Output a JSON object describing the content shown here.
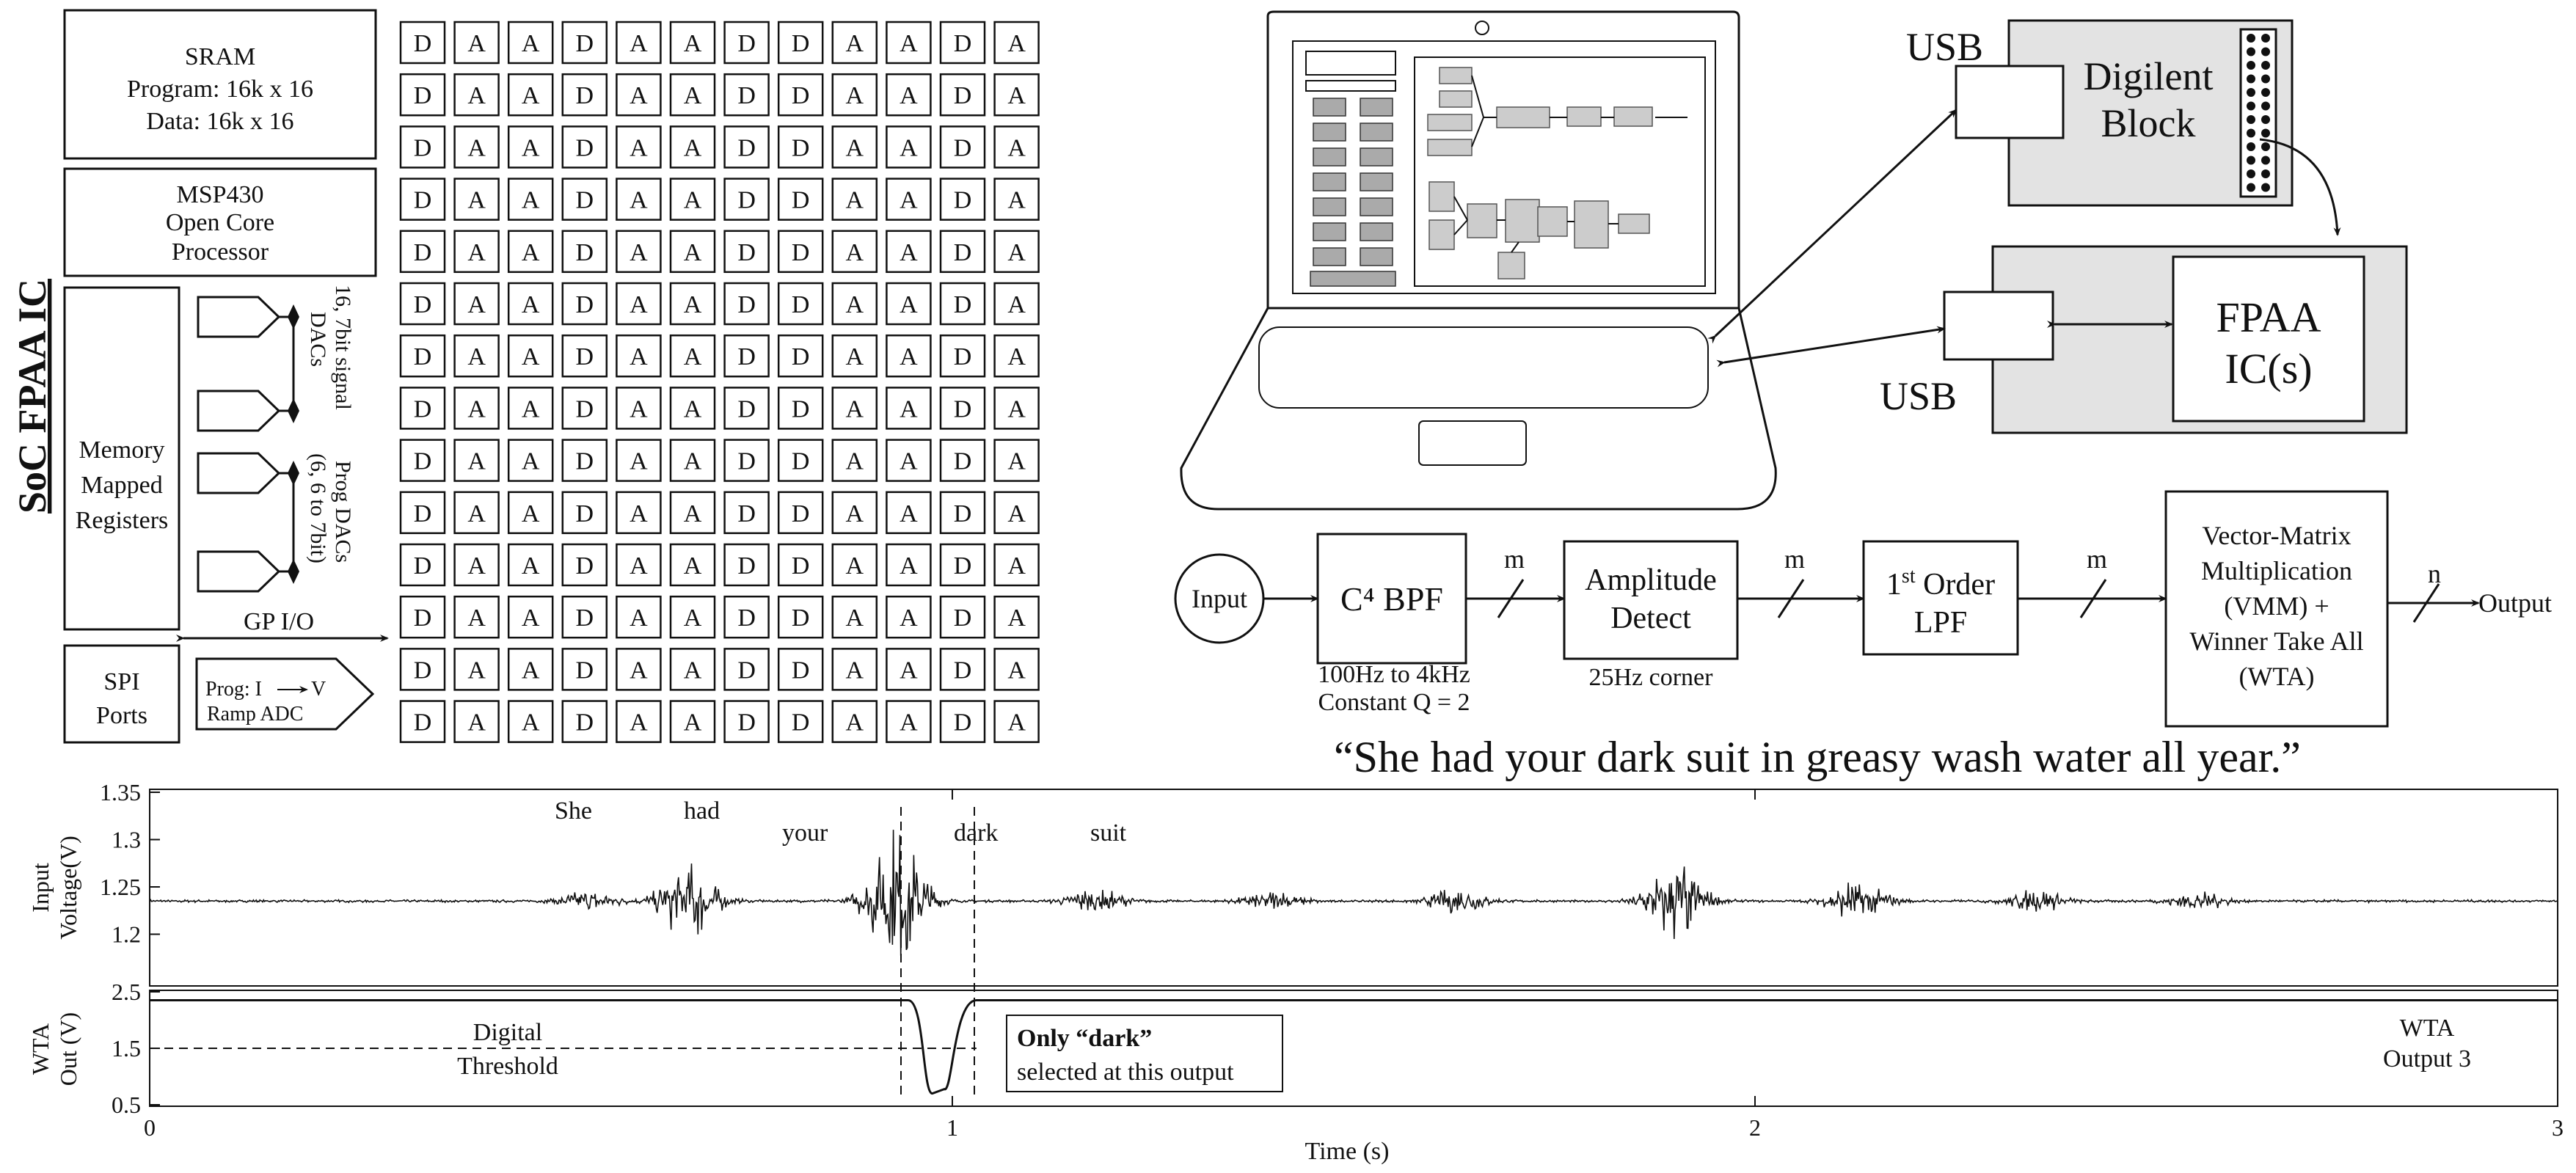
{
  "soc": {
    "title": "SoC FPAA IC",
    "sram": [
      "SRAM",
      "Program: 16k x 16",
      "Data: 16k x 16"
    ],
    "msp430": [
      "MSP430",
      "Open Core",
      "Processor"
    ],
    "registers": [
      "Memory",
      "Mapped",
      "Registers"
    ],
    "signal_dacs": [
      "16, 7bit signal",
      "DACs"
    ],
    "prog_dacs": [
      "Prog DACs",
      "(6, 6 to 7bit)"
    ],
    "gpio": "GP I/O",
    "spi": [
      "SPI",
      "Ports"
    ],
    "adc": [
      "Prog: I",
      "V",
      "Ramp ADC"
    ],
    "grid_rows": [
      [
        "D",
        "A",
        "A",
        "D",
        "A",
        "A",
        "D",
        "D",
        "A",
        "A",
        "D",
        "A"
      ],
      [
        "D",
        "A",
        "A",
        "D",
        "A",
        "A",
        "D",
        "D",
        "A",
        "A",
        "D",
        "A"
      ],
      [
        "D",
        "A",
        "A",
        "D",
        "A",
        "A",
        "D",
        "D",
        "A",
        "A",
        "D",
        "A"
      ],
      [
        "D",
        "A",
        "A",
        "D",
        "A",
        "A",
        "D",
        "D",
        "A",
        "A",
        "D",
        "A"
      ],
      [
        "D",
        "A",
        "A",
        "D",
        "A",
        "A",
        "D",
        "D",
        "A",
        "A",
        "D",
        "A"
      ],
      [
        "D",
        "A",
        "A",
        "D",
        "A",
        "A",
        "D",
        "D",
        "A",
        "A",
        "D",
        "A"
      ],
      [
        "D",
        "A",
        "A",
        "D",
        "A",
        "A",
        "D",
        "D",
        "A",
        "A",
        "D",
        "A"
      ],
      [
        "D",
        "A",
        "A",
        "D",
        "A",
        "A",
        "D",
        "D",
        "A",
        "A",
        "D",
        "A"
      ],
      [
        "D",
        "A",
        "A",
        "D",
        "A",
        "A",
        "D",
        "D",
        "A",
        "A",
        "D",
        "A"
      ],
      [
        "D",
        "A",
        "A",
        "D",
        "A",
        "A",
        "D",
        "D",
        "A",
        "A",
        "D",
        "A"
      ],
      [
        "D",
        "A",
        "A",
        "D",
        "A",
        "A",
        "D",
        "D",
        "A",
        "A",
        "D",
        "A"
      ],
      [
        "D",
        "A",
        "A",
        "D",
        "A",
        "A",
        "D",
        "D",
        "A",
        "A",
        "D",
        "A"
      ],
      [
        "D",
        "A",
        "A",
        "D",
        "A",
        "A",
        "D",
        "D",
        "A",
        "A",
        "D",
        "A"
      ],
      [
        "D",
        "A",
        "A",
        "D",
        "A",
        "A",
        "D",
        "D",
        "A",
        "A",
        "D",
        "A"
      ]
    ]
  },
  "setup": {
    "usb_top": "USB",
    "usb_bottom": "USB",
    "digilent": [
      "Digilent",
      "Block"
    ],
    "fpaa": [
      "FPAA",
      "IC(s)"
    ]
  },
  "pipeline": {
    "input": "Input",
    "bpf": "C⁴ BPF",
    "bpf_note": [
      "100Hz to 4kHz",
      "Constant Q = 2"
    ],
    "amp": [
      "Amplitude",
      "Detect"
    ],
    "amp_note": "25Hz corner",
    "lpf_sup": "st",
    "lpf": [
      "1",
      " Order",
      "LPF"
    ],
    "vmm": [
      "Vector-Matrix",
      "Multiplication",
      "(VMM) +",
      "Winner Take All",
      "(WTA)"
    ],
    "bus_m": "m",
    "bus_n": "n",
    "output": "Output"
  },
  "quote": "“She  had  your  dark  suit  in  greasy  wash  water  all  year.”",
  "chart_data": [
    {
      "type": "line",
      "ylabel": "Input Voltage(V)",
      "ylabel_lines": [
        "Input",
        "Voltage(V)"
      ],
      "ylim": [
        1.15,
        1.35
      ],
      "yticks": [
        "1.35",
        "1.3",
        "1.25",
        "1.2"
      ],
      "xlim": [
        0,
        3
      ],
      "baseline": 1.235,
      "words": [
        "She",
        "had",
        "your",
        "dark",
        "suit"
      ],
      "bursts": [
        {
          "t": 0.55,
          "amp": 0.012
        },
        {
          "t": 0.67,
          "amp": 0.045
        },
        {
          "t": 0.93,
          "amp": 0.085
        },
        {
          "t": 1.18,
          "amp": 0.015
        },
        {
          "t": 1.4,
          "amp": 0.012
        },
        {
          "t": 1.63,
          "amp": 0.014
        },
        {
          "t": 1.9,
          "amp": 0.05
        },
        {
          "t": 2.13,
          "amp": 0.025
        },
        {
          "t": 2.35,
          "amp": 0.013
        },
        {
          "t": 2.55,
          "amp": 0.012
        }
      ]
    },
    {
      "type": "line",
      "ylabel": "WTA Out (V)",
      "ylabel_lines": [
        "WTA",
        "Out (V)"
      ],
      "xlabel": "Time (s)",
      "ylim": [
        0.5,
        2.5
      ],
      "yticks": [
        "2.5",
        "1.5",
        "0.5"
      ],
      "xticks": [
        "0",
        "1",
        "2",
        "3"
      ],
      "xlim": [
        0,
        3
      ],
      "threshold": 1.5,
      "threshold_label": [
        "Digital",
        "Threshold"
      ],
      "high": 2.35,
      "low": 0.7,
      "dip": [
        0.975,
        1.0
      ],
      "callout_bold": "Only “dark”",
      "callout": "selected at this output",
      "output_label": [
        "WTA",
        "Output 3"
      ]
    }
  ]
}
